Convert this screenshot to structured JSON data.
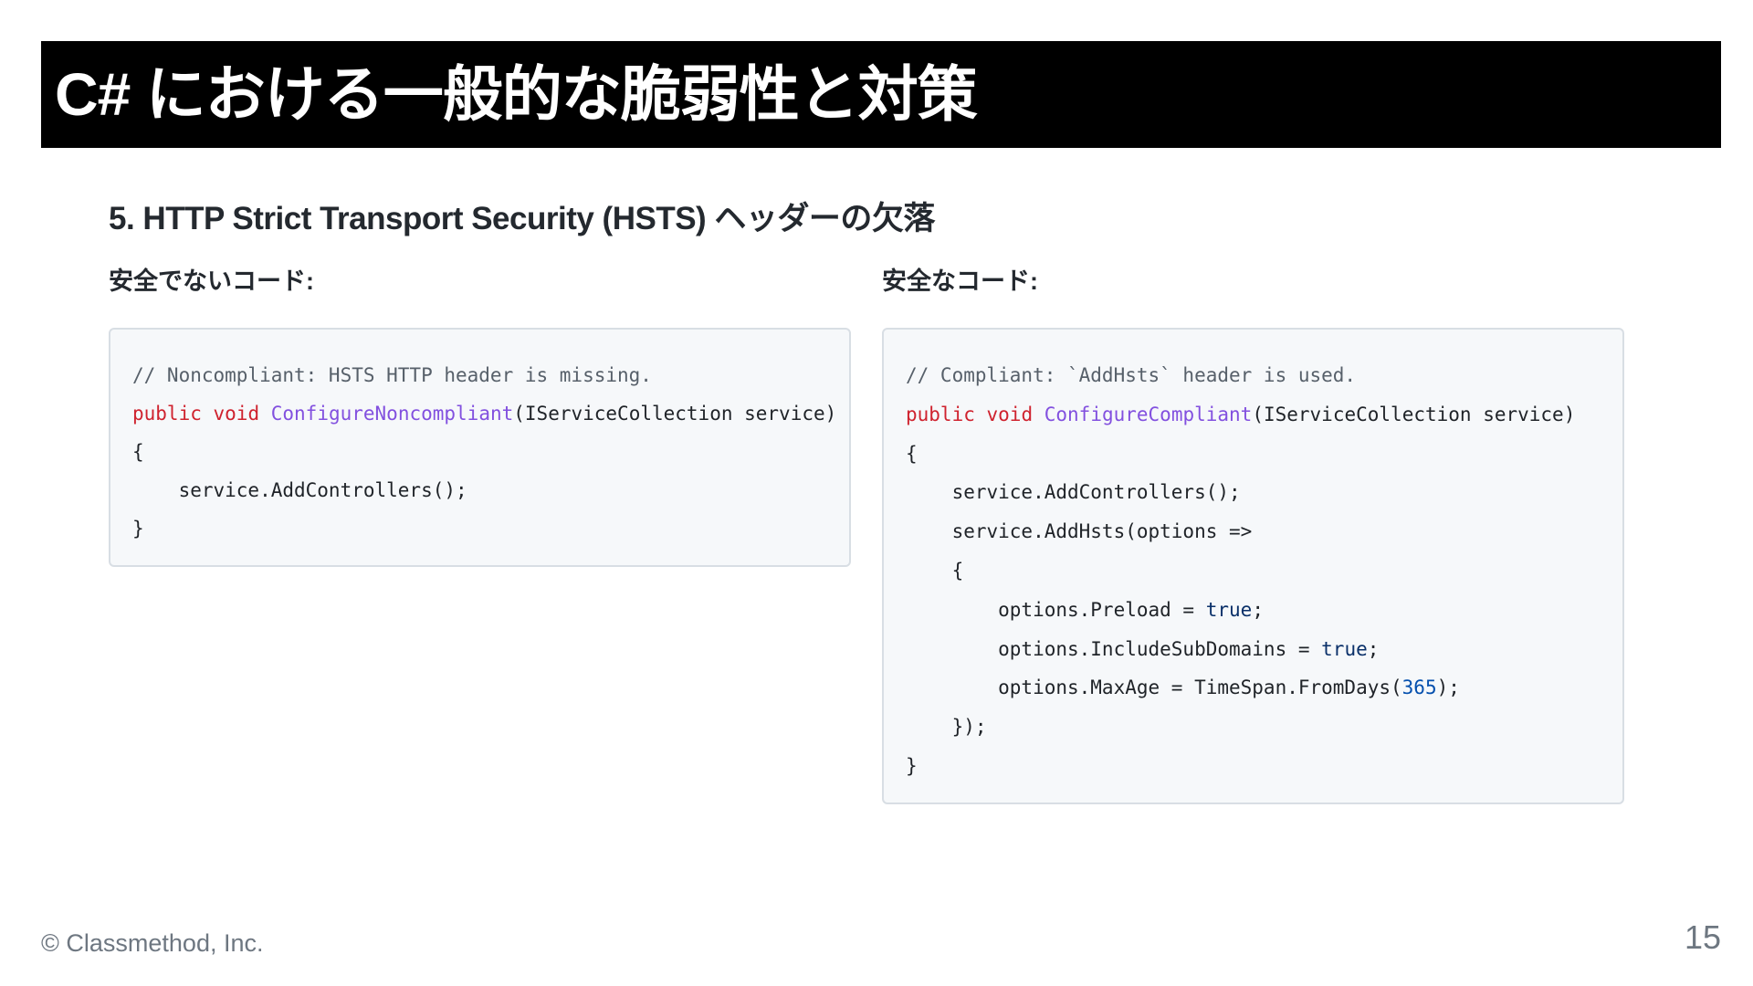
{
  "slide": {
    "title": "C# における一般的な脆弱性と対策",
    "section_heading": "5. HTTP Strict Transport Security (HSTS) ヘッダーの欠落",
    "insecure_label": "安全でないコード:",
    "secure_label": "安全なコード:"
  },
  "insecure_code": {
    "line1_comment": "// Noncompliant: HSTS HTTP header is missing.",
    "line2_kw_public": "public",
    "line2_kw_void": "void",
    "line2_method": "ConfigureNoncompliant",
    "line2_rest": "(IServiceCollection service)",
    "line3": "{",
    "line4": "    service.AddControllers();",
    "line5": "}"
  },
  "secure_code": {
    "line1_comment": "// Compliant: `AddHsts` header is used.",
    "line2_kw_public": "public",
    "line2_kw_void": "void",
    "line2_method": "ConfigureCompliant",
    "line2_rest": "(IServiceCollection service)",
    "line3": "{",
    "line4": "    service.AddControllers();",
    "line5": "    service.AddHsts(options =>",
    "line6": "    {",
    "line7_pre": "        options.Preload = ",
    "line7_literal": "true",
    "line7_post": ";",
    "line8_pre": "        options.IncludeSubDomains = ",
    "line8_literal": "true",
    "line8_post": ";",
    "line9_pre": "        options.MaxAge = TimeSpan.FromDays(",
    "line9_number": "365",
    "line9_post": ");",
    "line10": "    });",
    "line11": "}"
  },
  "footer": {
    "copyright": "© Classmethod, Inc.",
    "page_number": "15"
  }
}
